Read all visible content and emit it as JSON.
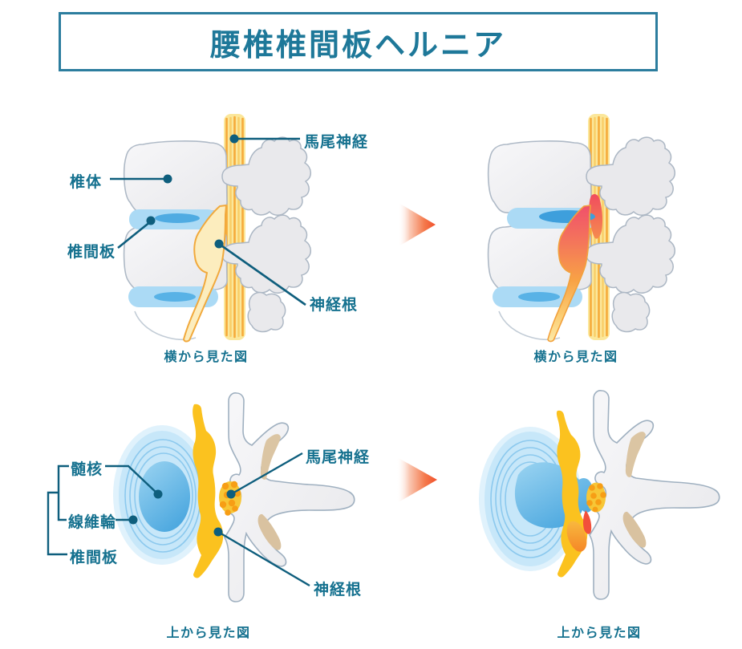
{
  "title": {
    "text": "腰椎椎間板ヘルニア"
  },
  "colors": {
    "accent_teal": "#15718F",
    "title_teal": "#1E7899",
    "title_border": "#2C7D9E",
    "leader_line": "#0E5E7D",
    "arrow_orange": "#F1502B",
    "disc_blue": "#ABDAF5",
    "nucleus_blue": "#4FABE2",
    "annulus_light_blue": "#C7E7F9",
    "nerve_yellow": "#FBC21F",
    "cauda_band_yellow": "#FBE79B",
    "nerve_stripe_orange": "#F6AB3A",
    "compression_red": "#F2503B",
    "bone_gray": "#EFEFF1",
    "bone_tan": "#DBC5A3"
  },
  "panels": {
    "side_normal": {
      "caption": "横から見た図",
      "labels": {
        "cauda_equina": "馬尾神経",
        "vertebral_body": "椎体",
        "intervertebral_disc": "椎間板",
        "nerve_root": "神経根"
      }
    },
    "side_herniated": {
      "caption": "横から見た図"
    },
    "axial_normal": {
      "caption": "上から見た図",
      "labels": {
        "nucleus_pulposus": "髄核",
        "annulus_fibrosus": "線維輪",
        "intervertebral_disc": "椎間板",
        "cauda_equina": "馬尾神経",
        "nerve_root": "神経根"
      }
    },
    "axial_herniated": {
      "caption": "上から見た図"
    }
  }
}
